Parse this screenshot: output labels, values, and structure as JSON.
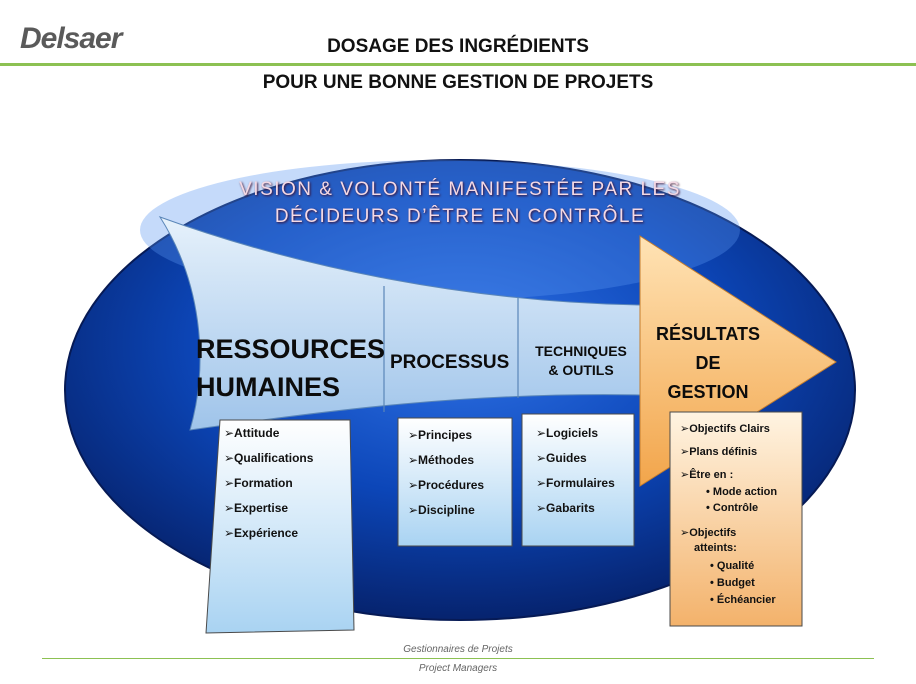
{
  "logo": {
    "text": "Delsaer"
  },
  "header": {
    "title_line1": "DOSAGE DES INGRÉDIENTS",
    "title_line2": "POUR UNE BONNE GESTION DE PROJETS"
  },
  "vision": {
    "line1": "VISION & VOLONTÉ MANIFESTÉE PAR LES",
    "line2": "DÉCIDEURS D’ÊTRE EN  CONTRÔLE"
  },
  "sections": {
    "ressources": {
      "line1": "RESSOURCES",
      "line2": "HUMAINES"
    },
    "processus": {
      "label": "PROCESSUS"
    },
    "techniques": {
      "line1": "TECHNIQUES",
      "line2": "& OUTILS"
    },
    "resultats": {
      "line1": "RÉSULTATS",
      "line2": "DE",
      "line3": "GESTION"
    }
  },
  "boxes": {
    "ressources": [
      "➢Attitude",
      "➢Qualifications",
      "➢Formation",
      "➢Expertise",
      "➢Expérience"
    ],
    "processus": [
      "➢Principes",
      "➢Méthodes",
      "➢Procédures",
      "➢Discipline"
    ],
    "techniques": [
      "➢Logiciels",
      "➢Guides",
      "➢Formulaires",
      "➢Gabarits"
    ],
    "resultats": {
      "item1": "➢Objectifs Clairs",
      "item2": "➢Plans définis",
      "item3": "➢Être en :",
      "item3_bullets": [
        "• Mode action",
        "• Contrôle"
      ],
      "item4_line1": "➢Objectifs",
      "item4_line2": "atteints:",
      "item4_bullets": [
        "• Qualité",
        "• Budget",
        "• Échéancier"
      ]
    }
  },
  "footer": {
    "line1": "Gestionnaires de Projets",
    "line2": "Project Managers"
  },
  "colors": {
    "accent_green": "#8cc152",
    "ellipse_blue": "#0a3fa8",
    "result_orange": "#f7b96a"
  }
}
